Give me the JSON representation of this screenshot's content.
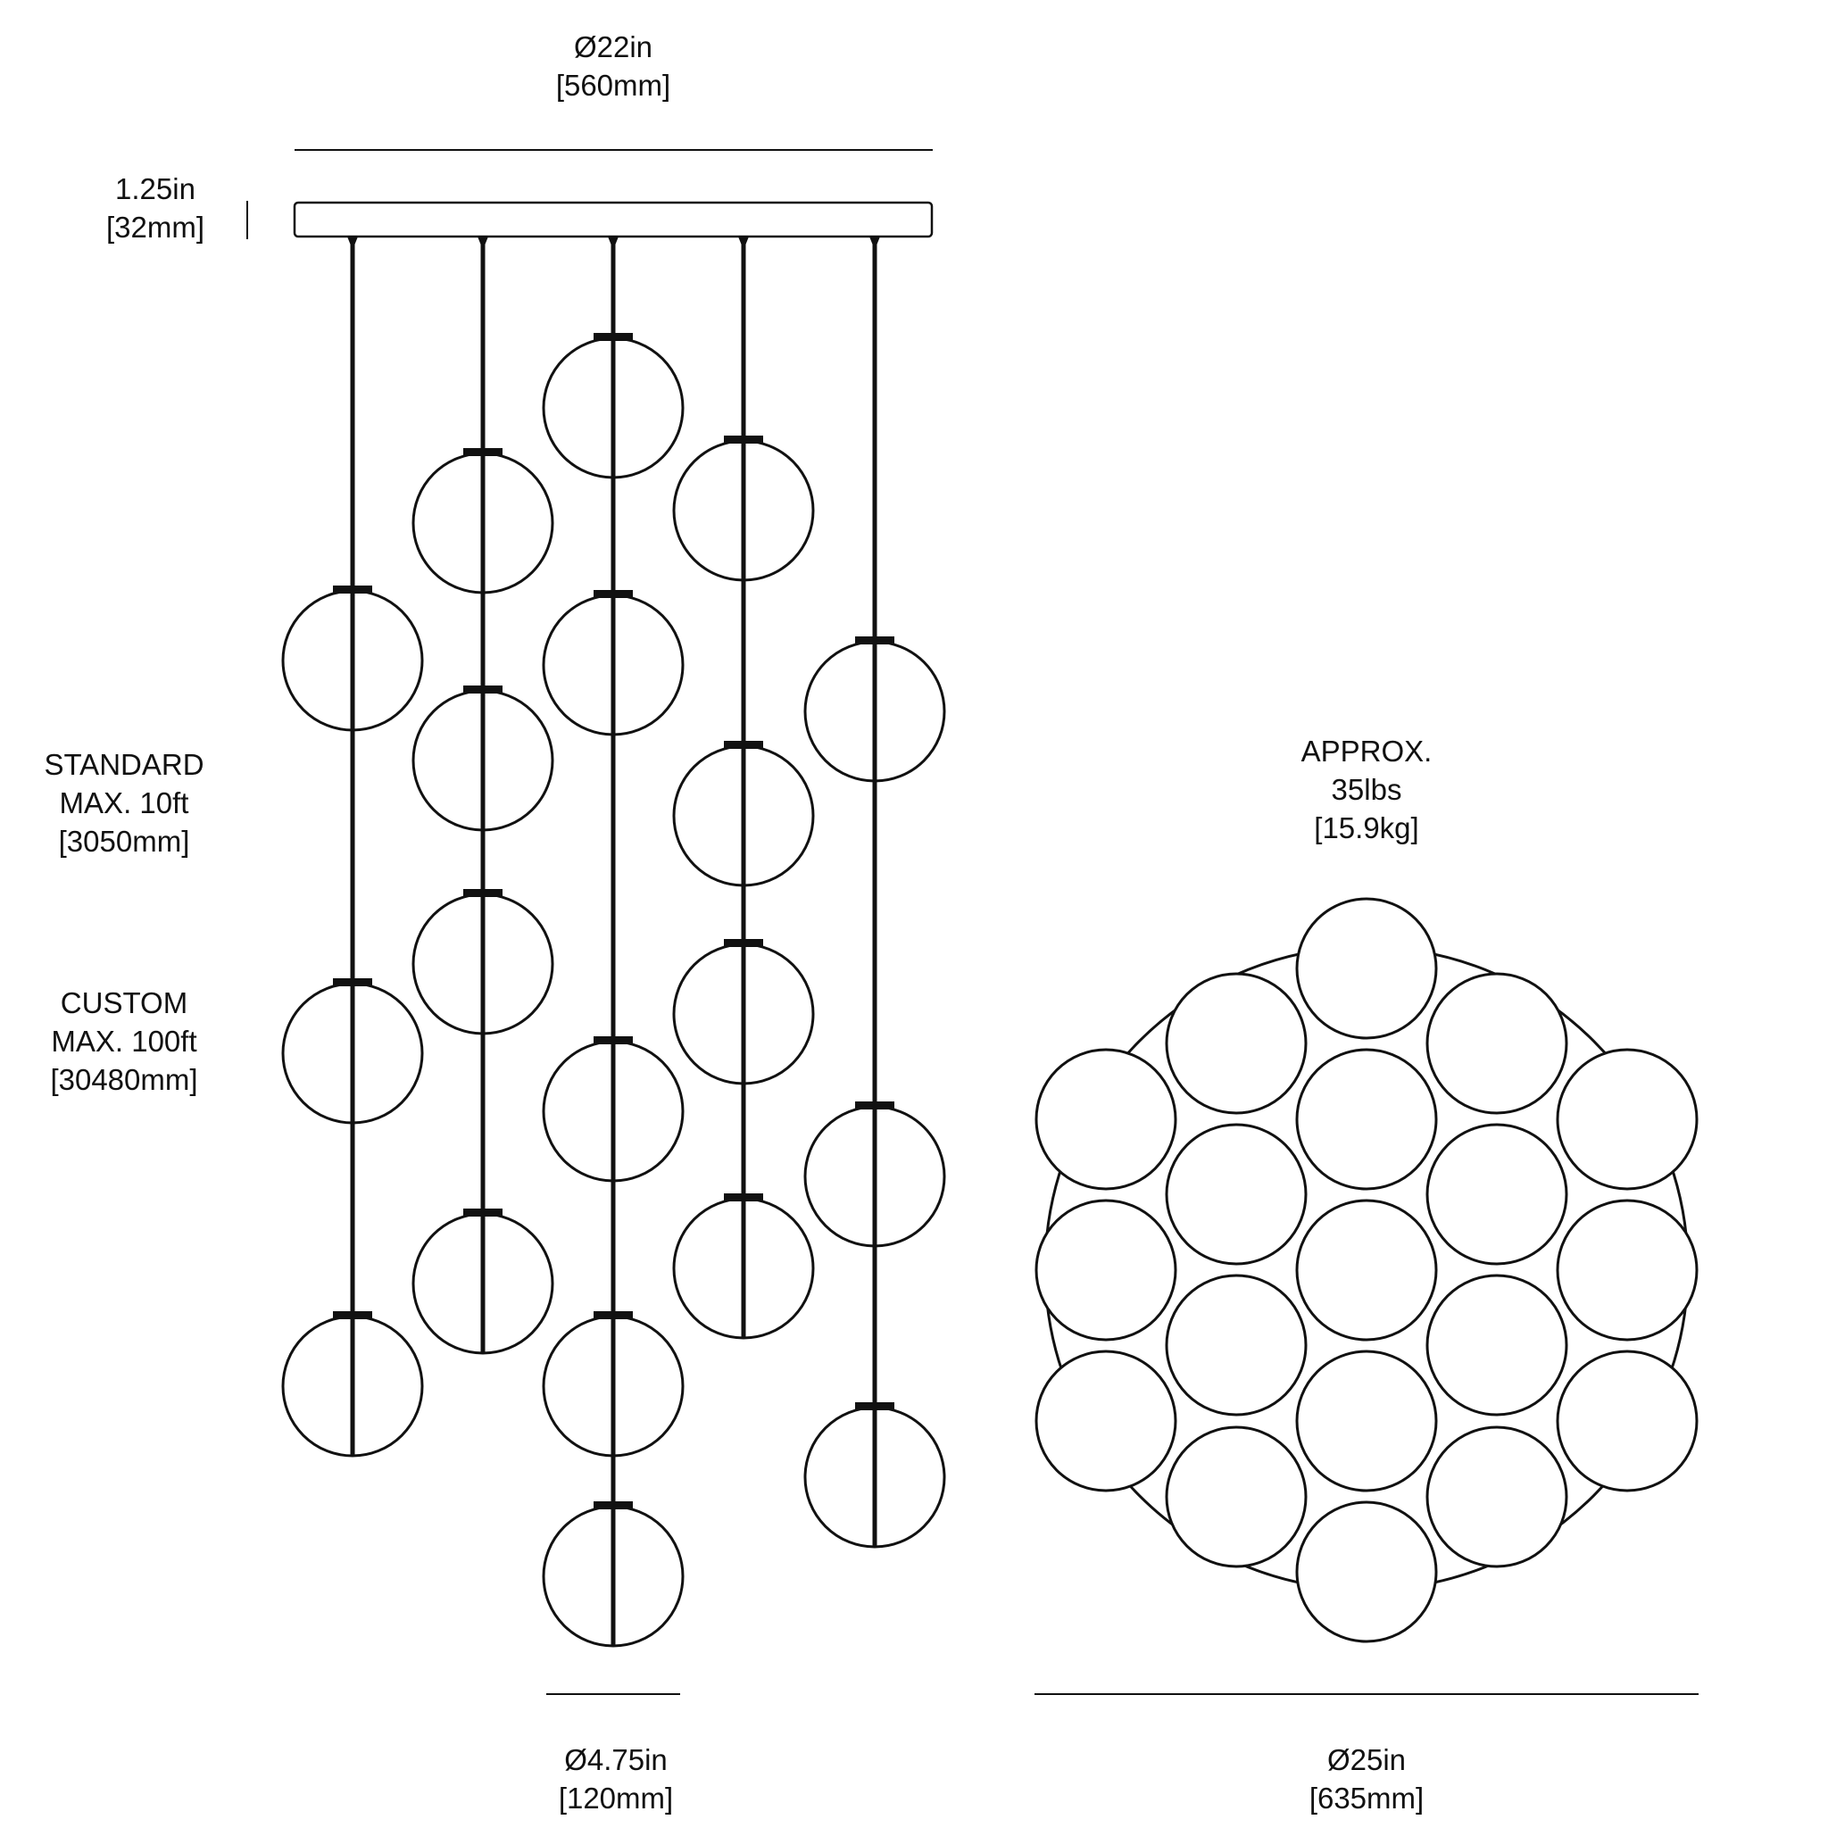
{
  "colors": {
    "line": "#111111",
    "background": "#ffffff"
  },
  "dimensions": {
    "canopy_width": {
      "imperial": "Ø22in",
      "metric": "[560mm]"
    },
    "canopy_height": {
      "imperial": "1.25in",
      "metric": "[32mm]"
    },
    "standard_drop": {
      "line1": "STANDARD",
      "line2": "MAX. 10ft",
      "line3": "[3050mm]"
    },
    "custom_drop": {
      "line1": "CUSTOM",
      "line2": "MAX. 100ft",
      "line3": "[30480mm]"
    },
    "weight": {
      "line1": "APPROX.",
      "line2": "35lbs",
      "line3": "[15.9kg]"
    },
    "globe_diameter": {
      "imperial": "Ø4.75in",
      "metric": "[120mm]"
    },
    "cluster_diameter": {
      "imperial": "Ø25in",
      "metric": "[635mm]"
    }
  },
  "fixture": {
    "cable_count": 5,
    "globe_count": 19,
    "top_view_globe_count": 19
  }
}
